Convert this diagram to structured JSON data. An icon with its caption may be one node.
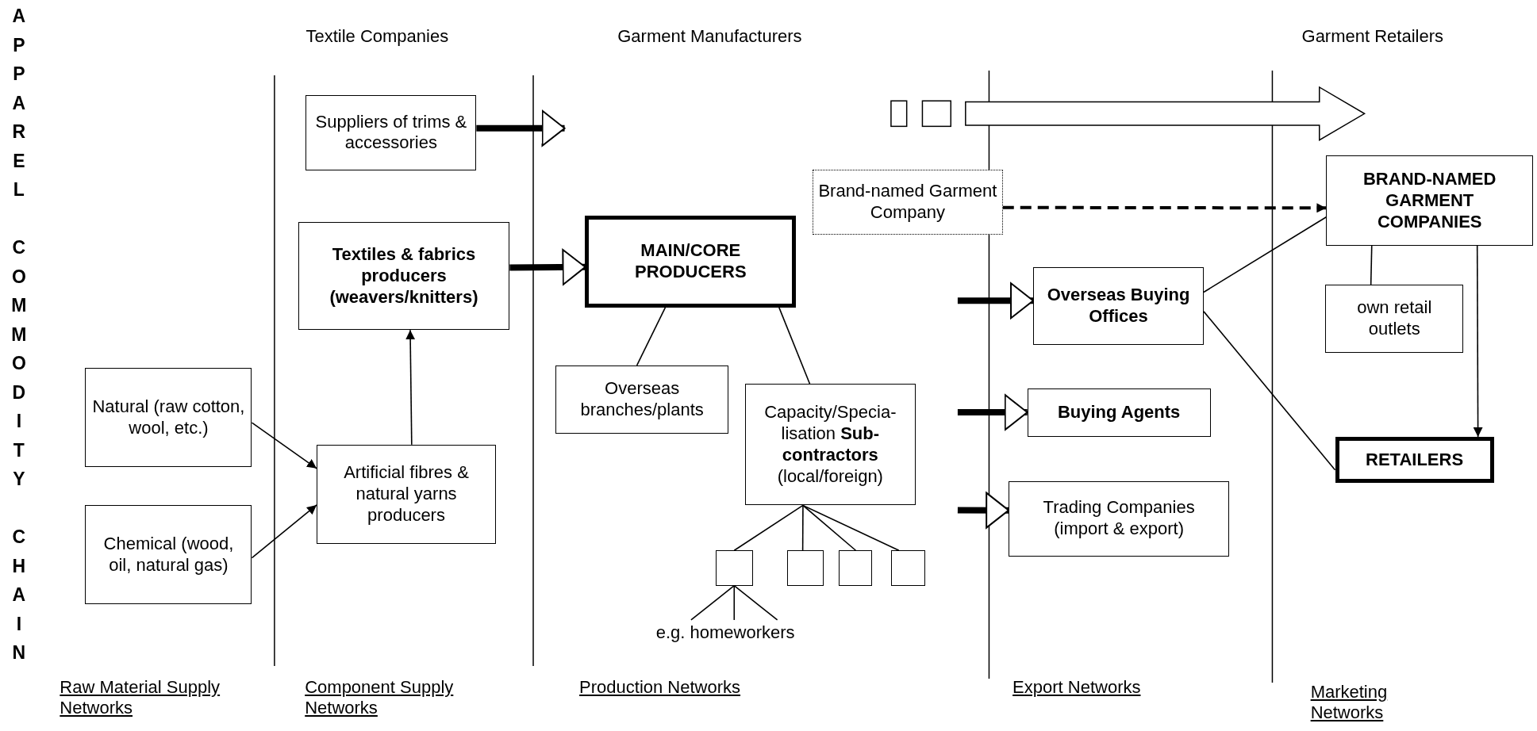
{
  "diagram": {
    "title": "APPAREL COMMODITY CHAIN",
    "nodes": [
      {
        "text": [
          "Suppliers of trims & accessories"
        ]
      },
      {
        "text": [
          "Textiles & fabrics producers (weavers/knitters)"
        ]
      },
      {
        "text": [
          "Natural (raw cotton, wool, etc.)"
        ]
      },
      {
        "text": [
          "Chemical (wood, oil, natural gas)"
        ]
      },
      {
        "text": [
          "Artificial fibres & natural yarns producers"
        ]
      },
      {
        "text": [
          "MAIN/CORE PRODUCERS"
        ]
      },
      {
        "text": [
          "Overseas branches/plants"
        ]
      },
      {
        "text": [
          "Capacity/Specia-lisation **Sub-contractors** (local/foreign)"
        ]
      },
      {
        "text": [],
        "shape": "box"
      },
      {
        "text": [],
        "shape": "box"
      },
      {
        "text": [],
        "shape": "box"
      },
      {
        "text": [],
        "shape": "box"
      },
      {
        "text": [
          "e.g. homeworkers"
        ]
      },
      {
        "text": [
          "Brand-named Garment Company"
        ]
      },
      {
        "text": [
          "BRAND-NAMED GARMENT COMPANIES"
        ]
      },
      {
        "text": [
          "Overseas Buying Offices"
        ]
      },
      {
        "text": [
          "own retail outlets"
        ]
      },
      {
        "text": [
          "Buying Agents"
        ]
      },
      {
        "text": [
          "RETAILERS"
        ]
      },
      {
        "text": [
          "Trading Companies (import & export)"
        ]
      }
    ],
    "edges": [
      {
        "from": 0,
        "to": null,
        "arrow": "to",
        "style": "thick"
      },
      {
        "from": 1,
        "to": 5,
        "arrow": "to",
        "style": "thick"
      },
      {
        "from": 2,
        "to": 4,
        "arrow": "to"
      },
      {
        "from": 3,
        "to": 4,
        "arrow": "to"
      },
      {
        "from": 4,
        "to": 1,
        "arrow": "to"
      },
      {
        "from": 5,
        "to": 6,
        "arrow": "none"
      },
      {
        "from": 5,
        "to": 7,
        "arrow": "none"
      },
      {
        "from": 7,
        "to": 8,
        "arrow": "none"
      },
      {
        "from": 7,
        "to": 9,
        "arrow": "none"
      },
      {
        "from": 7,
        "to": 10,
        "arrow": "none"
      },
      {
        "from": 7,
        "to": 11,
        "arrow": "none"
      },
      {
        "from": 8,
        "to": 12,
        "arrow": "none"
      },
      {
        "from": 8,
        "to": 12,
        "arrow": "none"
      },
      {
        "from": 8,
        "to": 12,
        "arrow": "none"
      },
      {
        "from": 13,
        "to": 14,
        "arrow": "to",
        "style": "dashed"
      },
      {
        "from": null,
        "to": 15,
        "arrow": "to",
        "style": "thick"
      },
      {
        "from": null,
        "to": 17,
        "arrow": "to",
        "style": "thick"
      },
      {
        "from": null,
        "to": 19,
        "arrow": "to",
        "style": "thick"
      },
      {
        "from": 15,
        "to": 14,
        "arrow": "none"
      },
      {
        "from": 15,
        "to": 18,
        "arrow": "none"
      },
      {
        "from": 14,
        "to": 16,
        "arrow": "none"
      },
      {
        "from": 14,
        "to": 18,
        "arrow": "to"
      }
    ],
    "labels": [
      "Textile Companies",
      "Garment Manufacturers",
      "Garment Retailers",
      "Raw Material Supply Networks",
      "Component Supply Networks",
      "Production Networks",
      "Export Networks",
      "Marketing Networks"
    ]
  }
}
